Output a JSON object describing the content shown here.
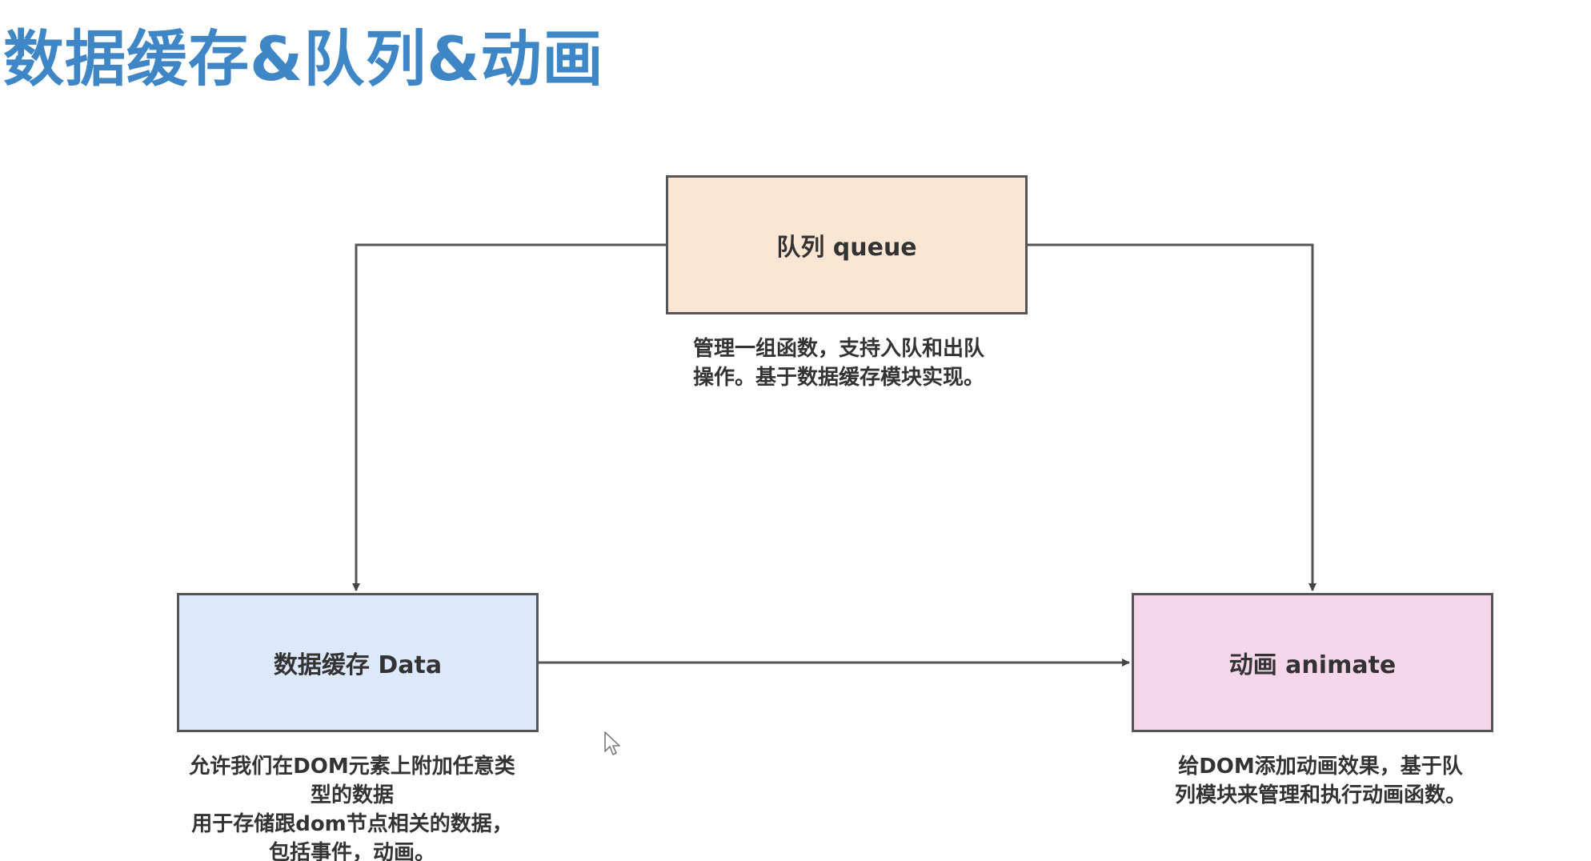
{
  "title": "数据缓存&队列&动画",
  "nodes": {
    "queue": {
      "label": "队列 queue",
      "desc_lines": [
        "管理一组函数，支持入队和出队",
        "操作。基于数据缓存模块实现。"
      ],
      "fill": "#fae6d2"
    },
    "data": {
      "label": "数据缓存 Data",
      "desc_lines": [
        "允许我们在DOM元素上附加任意类",
        "型的数据",
        "用于存储跟dom节点相关的数据，",
        "包括事件，动画。"
      ],
      "fill": "#dce8fb"
    },
    "animate": {
      "label": "动画 animate",
      "desc_lines": [
        "给DOM添加动画效果，基于队",
        "列模块来管理和执行动画函数。"
      ],
      "fill": "#f6d6ea"
    }
  },
  "edges": [
    {
      "from": "queue",
      "to": "data"
    },
    {
      "from": "queue",
      "to": "animate"
    },
    {
      "from": "data",
      "to": "animate"
    }
  ],
  "colors": {
    "title": "#3f86c6",
    "stroke": "#555555",
    "text": "#333333"
  },
  "icons": {
    "cursor": "mouse-pointer-icon"
  }
}
